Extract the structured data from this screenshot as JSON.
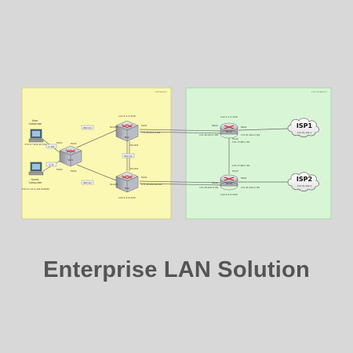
{
  "diagram": {
    "zones": [
      {
        "id": "lan",
        "label": "LAN Network",
        "fill": "#fbf8b4",
        "stroke": "#d7d28a"
      },
      {
        "id": "wan",
        "label": "Internet Network",
        "fill": "#d8f6d6",
        "stroke": "#a9d6a4"
      }
    ],
    "hosts": [
      {
        "id": "user",
        "name": "User\nComputer",
        "ip": "172.17.101.10 /24"
      },
      {
        "id": "guest",
        "name": "Guest\nComputer",
        "ip": "172.17.11.X /24 (DHCP)"
      }
    ],
    "switches": [
      {
        "id": "sw1",
        "label": "SW1"
      },
      {
        "id": "ms1",
        "label": "MS1",
        "loopback": "Lo0 3.3.3.3/32"
      },
      {
        "id": "ms2",
        "label": "MS2",
        "loopback": "Lo0 4.4.4.4/32"
      }
    ],
    "routers": [
      {
        "id": "r1",
        "label": "ISP-R1",
        "loopback": "Lo0 1.1.1.1/32"
      },
      {
        "id": "r2",
        "label": "ISP-R2",
        "loopback": "Lo0 2.2.2.2/32"
      }
    ],
    "clouds": [
      {
        "id": "isp1",
        "label": "ISP1",
        "sub": "172.31.101.1"
      },
      {
        "id": "isp2",
        "label": "ISP2",
        "sub": "172.31.102.1"
      }
    ],
    "links": {
      "user_sw": "Fa0/1",
      "guest_sw": "Fa0/2",
      "vlan_user": "V 101",
      "vlan_guest": "V 11",
      "sw_ms1": "802.1Q",
      "sw_ms2": "802.1Q",
      "ms_ms": "802.1Q",
      "sw_p1": "Fa0/3",
      "sw_p2": "Fa0/4",
      "ms1_sw": "Fa1/0/1",
      "ms2_sw": "Fa1/0/1",
      "ms1_down": "Fa1/0/2",
      "ms2_up": "Fa1/0/2",
      "ms1_wan": "Fa0/1",
      "ms1_wan_ip": "172.30.101.2 /29",
      "ms2_wan": "Fa0/1",
      "ms2_wan_ip": "172.30.102.10 /29",
      "r1_lan": "Fa0/0",
      "r1_lan_ip": "172.30.101.1 /29",
      "r2_lan": "Fa0/0",
      "r2_lan_ip": "172.30.102.9 /29",
      "r1_isp": "Fa0/1",
      "r1_isp_ip": "172.31.101.2 /29",
      "r2_isp": "Fa0/1",
      "r2_isp_ip": "172.31.102.2 /29",
      "r1_down": "Fa1/0",
      "r1_down_ip": "172.17.98.1 /29",
      "r2_up": "Fa1/0",
      "r2_up_ip": "172.17.98.2 /29"
    }
  },
  "caption": {
    "title": "Enterprise LAN Solution"
  },
  "colors": {
    "background": "#d8d8d8",
    "caption": "#555555",
    "link": "#666666",
    "device_body": "#b9bcc4",
    "router_arrow": "#d21f1f"
  }
}
